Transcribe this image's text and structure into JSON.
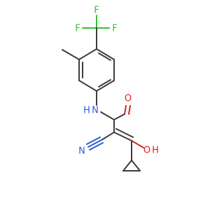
{
  "molecule": {
    "atoms": {
      "f_top": "F",
      "f_left": "F",
      "f_right": "F",
      "amide_n": "N",
      "amide_h": "H",
      "amide_o": "O",
      "nitrile_n": "N",
      "hydroxyl_o": "O",
      "hydroxyl_h": "H"
    },
    "colors": {
      "bond": "#3d3d3d",
      "fluorine": "#33c033",
      "nitrogen": "#2f5fd0",
      "oxygen": "#e02020"
    }
  }
}
